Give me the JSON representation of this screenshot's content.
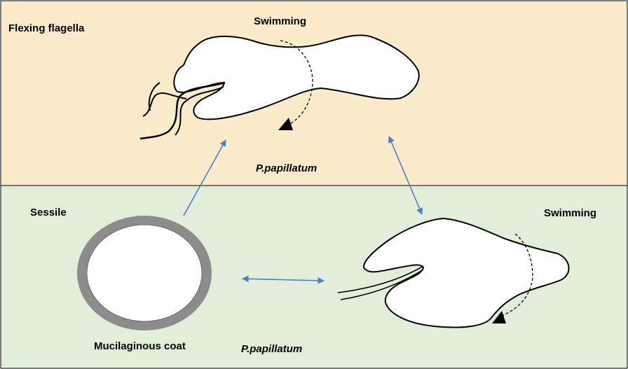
{
  "top_panel": {
    "label": "Flexing flagella",
    "swim_label": "Swimming",
    "species": "P.papillatum",
    "background": "#fbebca"
  },
  "bottom_panel": {
    "label": "Sessile",
    "swim_label": "Swimming",
    "coat_label": "Mucilaginous coat",
    "species": "P.papillatum",
    "background": "#e3eeda"
  },
  "colors": {
    "arrow": "#4a7fc1",
    "coat": "#8c8c8c",
    "outline": "#000000"
  }
}
